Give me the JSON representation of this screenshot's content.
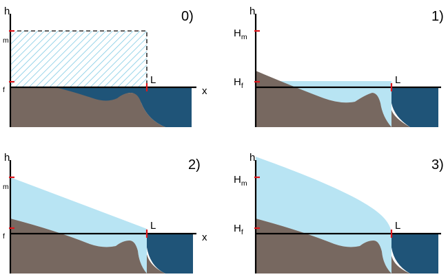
{
  "panels": [
    {
      "id": "0",
      "number": "0)",
      "h": "h",
      "hm_main": "",
      "hm_sub": "m",
      "hf_main": "",
      "hf_sub": "f",
      "L": "L",
      "x": "x"
    },
    {
      "id": "1",
      "number": "1)",
      "h": "h",
      "hm_main": "H",
      "hm_sub": "m",
      "hf_main": "H",
      "hf_sub": "f",
      "L": "L",
      "x": ""
    },
    {
      "id": "2",
      "number": "2)",
      "h": "h",
      "hm_main": "",
      "hm_sub": "m",
      "hf_main": "",
      "hf_sub": "f",
      "L": "L",
      "x": "x"
    },
    {
      "id": "3",
      "number": "3)",
      "h": "h",
      "hm_main": "H",
      "hm_sub": "m",
      "hf_main": "H",
      "hf_sub": "f",
      "L": "L",
      "x": ""
    }
  ],
  "colors": {
    "ground": "#776860",
    "sea": "#1f5478",
    "flow": "#b8e4f3",
    "hatch": "#7fcae4",
    "tick": "#e0161b",
    "axis": "#000000"
  }
}
